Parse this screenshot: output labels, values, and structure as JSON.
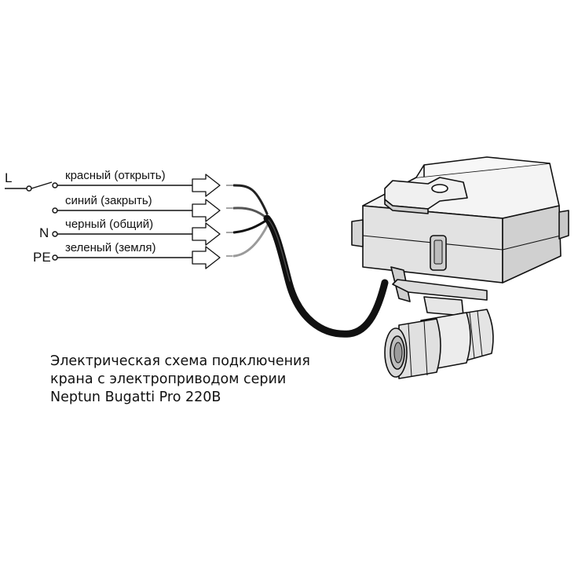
{
  "terminals": {
    "l": "L",
    "n": "N",
    "pe": "PE"
  },
  "wires": [
    {
      "label": "красный (открыть)",
      "color": "#222222"
    },
    {
      "label": "синий (закрыть)",
      "color": "#444444"
    },
    {
      "label": "черный (общий)",
      "color": "#111111"
    },
    {
      "label": "зеленый (земля)",
      "color": "#9a9a9a"
    }
  ],
  "caption": {
    "line1": "Электрическая схема подключения",
    "line2": "крана с электроприводом серии",
    "line3": "Neptun Bugatti Pro 220B"
  }
}
